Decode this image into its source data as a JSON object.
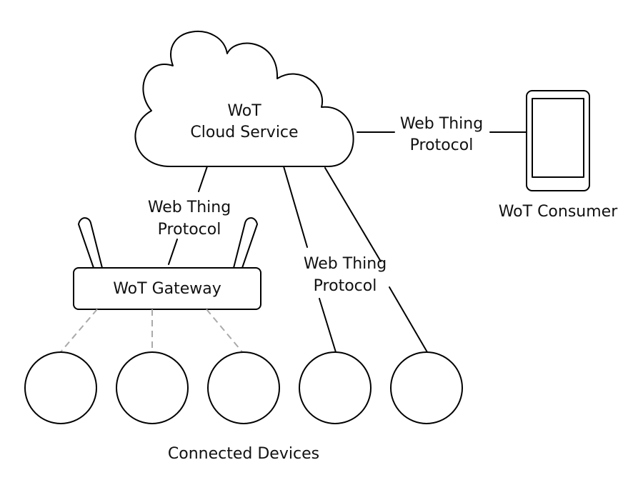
{
  "cloud": {
    "line1": "WoT",
    "line2": "Cloud Service"
  },
  "gateway": {
    "label": "WoT Gateway"
  },
  "consumer": {
    "label": "WoT Consumer"
  },
  "protocol_labels": {
    "line1": "Web Thing",
    "line2": "Protocol"
  },
  "devices": {
    "label": "Connected Devices",
    "count": 5,
    "via_gateway": 3,
    "direct": 2
  },
  "colors": {
    "stroke": "#000000",
    "dashed_link": "#aaaaaa",
    "fill": "#ffffff"
  },
  "icons": [
    "cloud-icon",
    "router-icon",
    "tablet-icon",
    "device-circle-icon"
  ]
}
